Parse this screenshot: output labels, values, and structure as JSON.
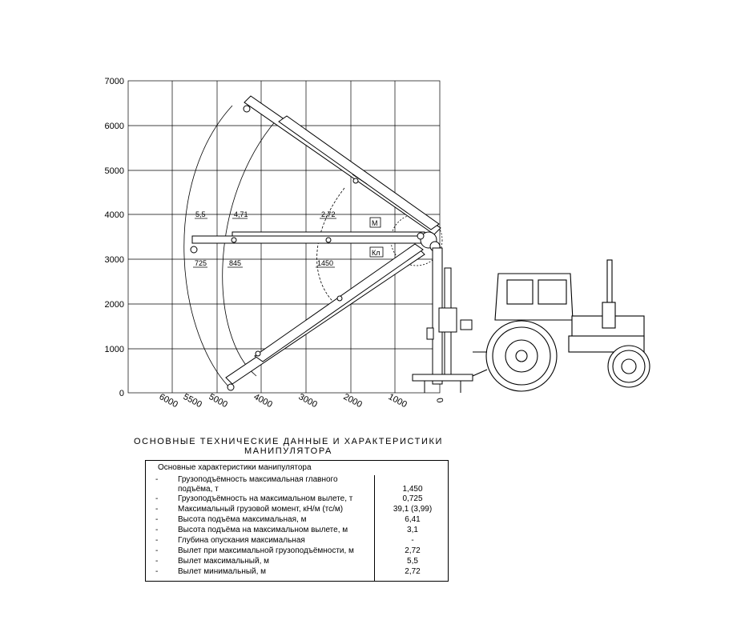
{
  "chart_data": {
    "type": "diagram",
    "axes": {
      "y_ticks": [
        "7000",
        "6000",
        "5000",
        "4000",
        "3000",
        "2000",
        "1000",
        "0"
      ],
      "x_ticks": [
        "6000",
        "5500",
        "5000",
        "4000",
        "3000",
        "2000",
        "1000",
        "0"
      ]
    },
    "load_labels": [
      "5,5",
      "4,71",
      "2,72"
    ],
    "capacity_labels": [
      "725",
      "845",
      "1450"
    ],
    "symbols": [
      "М",
      "Кл"
    ]
  },
  "spec": {
    "title_line1": "ОСНОВНЫЕ ТЕХНИЧЕСКИЕ ДАННЫЕ И  ХАРАКТЕРИСТИКИ",
    "title_line2": "МАНИПУЛЯТОРА",
    "header": "Основные характеристики манипулятора",
    "rows": [
      {
        "dash": "-",
        "label": "Грузоподъёмность максимальная главного подъёма, т",
        "value": "1,450"
      },
      {
        "dash": "-",
        "label": "Грузоподъёмность на максимальном вылете, т",
        "value": "0,725"
      },
      {
        "dash": "-",
        "label": "Максимальный грузовой момент, кН/м (тс/м)",
        "value": "39,1 (3,99)"
      },
      {
        "dash": "-",
        "label": "Высота подъёма максимальная, м",
        "value": "6,41"
      },
      {
        "dash": "-",
        "label": "Высота подъёма на максимальном вылете, м",
        "value": "3,1"
      },
      {
        "dash": "-",
        "label": "Глубина опускания максимальная",
        "value": "-"
      },
      {
        "dash": "-",
        "label": "Вылет при максимальной грузоподъёмности, м",
        "value": "2,72"
      },
      {
        "dash": "-",
        "label": "Вылет максимальный, м",
        "value": "5,5"
      },
      {
        "dash": "-",
        "label": "Вылет минимальный, м",
        "value": "2,72"
      }
    ]
  }
}
